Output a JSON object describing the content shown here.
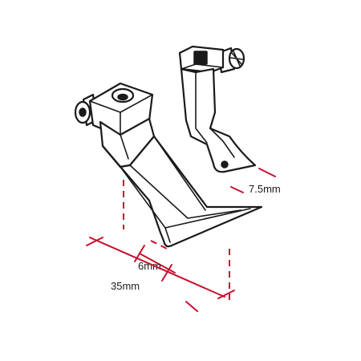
{
  "labels": {
    "hole_to_edge": "7.5mm",
    "toe_width": "6mm",
    "overall_length": "35mm"
  },
  "colors": {
    "outline": "#1a1a1a",
    "dimension": "#c8102e",
    "background": "#ffffff"
  }
}
